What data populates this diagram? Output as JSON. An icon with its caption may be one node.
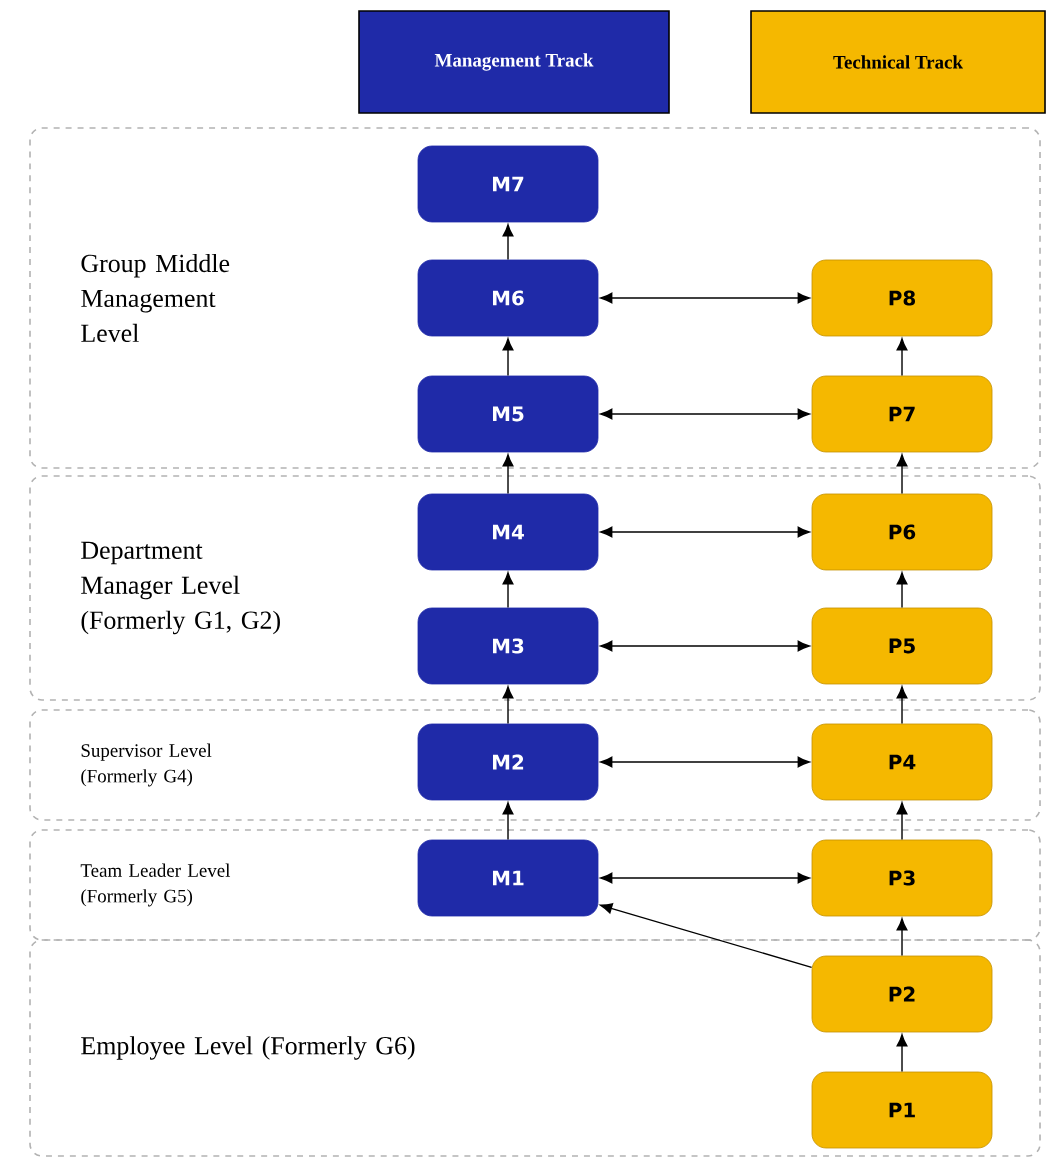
{
  "diagram": {
    "nodes": [
      {
        "text": [
          "Management Track"
        ]
      },
      {
        "text": [
          "Technical Track"
        ]
      },
      {
        "text": [
          "Group Middle Management Level"
        ]
      },
      {
        "text": [
          "M7"
        ],
        "in": 2
      },
      {
        "text": [
          "M6"
        ],
        "in": 2
      },
      {
        "text": [
          "P8"
        ],
        "in": 2
      },
      {
        "text": [
          "M5"
        ],
        "in": 2
      },
      {
        "text": [
          "P7"
        ],
        "in": 2
      },
      {
        "text": [
          "Department Manager Level (Formerly G1, G2)"
        ]
      },
      {
        "text": [
          "M4"
        ],
        "in": 8
      },
      {
        "text": [
          "P6"
        ],
        "in": 8
      },
      {
        "text": [
          "M3"
        ],
        "in": 8
      },
      {
        "text": [
          "P5"
        ],
        "in": 8
      },
      {
        "text": [
          "Supervisor Level (Formerly G4)"
        ]
      },
      {
        "text": [
          "M2"
        ],
        "in": 13
      },
      {
        "text": [
          "P4"
        ],
        "in": 13
      },
      {
        "text": [
          "Team Leader Level (Formerly G5)"
        ]
      },
      {
        "text": [
          "M1"
        ],
        "in": 16
      },
      {
        "text": [
          "P3"
        ],
        "in": 16
      },
      {
        "text": [
          "Employee Level (Formerly G6)"
        ]
      },
      {
        "text": [
          "P2"
        ],
        "in": 19
      },
      {
        "text": [
          "P1"
        ],
        "in": 19
      }
    ],
    "edges": [
      {
        "from": 6,
        "to": 4,
        "arrow": "to"
      },
      {
        "from": 4,
        "to": 3,
        "arrow": "to"
      },
      {
        "from": 4,
        "to": 5,
        "arrow": "both"
      },
      {
        "from": 6,
        "to": 7,
        "arrow": "both"
      },
      {
        "from": 7,
        "to": 5,
        "arrow": "to"
      },
      {
        "from": 9,
        "to": 6,
        "arrow": "to"
      },
      {
        "from": 10,
        "to": 7,
        "arrow": "to"
      },
      {
        "from": 11,
        "to": 9,
        "arrow": "to"
      },
      {
        "from": 12,
        "to": 10,
        "arrow": "to"
      },
      {
        "from": 9,
        "to": 10,
        "arrow": "both"
      },
      {
        "from": 11,
        "to": 12,
        "arrow": "both"
      },
      {
        "from": 14,
        "to": 11,
        "arrow": "to"
      },
      {
        "from": 15,
        "to": 12,
        "arrow": "to"
      },
      {
        "from": 14,
        "to": 15,
        "arrow": "both"
      },
      {
        "from": 17,
        "to": 14,
        "arrow": "to"
      },
      {
        "from": 18,
        "to": 15,
        "arrow": "to"
      },
      {
        "from": 17,
        "to": 18,
        "arrow": "both"
      },
      {
        "from": 20,
        "to": 18,
        "arrow": "to"
      },
      {
        "from": 20,
        "to": 17,
        "arrow": "to"
      },
      {
        "from": 21,
        "to": 20,
        "arrow": "to"
      }
    ]
  }
}
